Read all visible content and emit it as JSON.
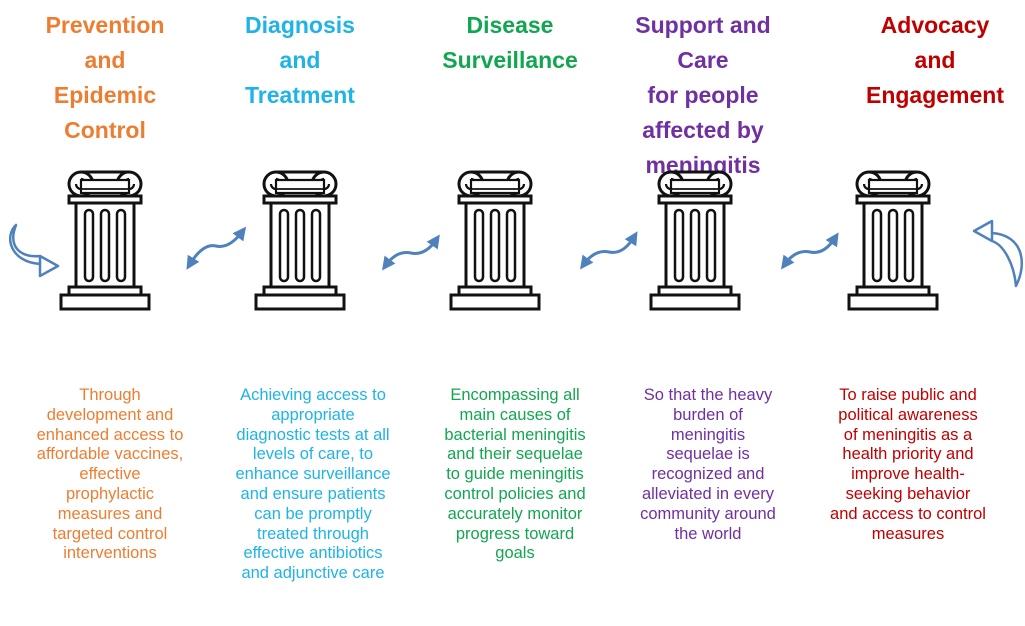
{
  "colors": {
    "prevention": "#ED7D31",
    "diagnosis": "#1FB3E6",
    "surveillance": "#12A650",
    "support": "#7030A0",
    "advocacy": "#C00000",
    "arrow": "#4F81BD"
  },
  "pillars": [
    {
      "title": "Prevention\nand\nEpidemic\nControl",
      "description": "Through\ndevelopment and\nenhanced access to\naffordable vaccines,\neffective\nprophylactic\nmeasures and\ntargeted control\ninterventions"
    },
    {
      "title": "Diagnosis\nand\nTreatment",
      "description": "Achieving access to\nappropriate\ndiagnostic tests at all\nlevels of care, to\nenhance surveillance\nand ensure patients\ncan be promptly\ntreated through\neffective antibiotics\nand adjunctive care"
    },
    {
      "title": "Disease\nSurveillance",
      "description": "Encompassing all\nmain causes of\nbacterial meningitis\nand their sequelae\nto guide meningitis\ncontrol policies and\naccurately monitor\nprogress toward\ngoals"
    },
    {
      "title": "Support and\nCare\nfor people\naffected by\nmeningitis",
      "description": "So that the heavy\nburden of\nmeningitis\nsequelae is\nrecognized and\nalleviated in every\ncommunity around\nthe world"
    },
    {
      "title": "Advocacy\nand\nEngagement",
      "description": "To raise public and\npolitical awareness\nof meningitis as a\nhealth priority and\nimprove health-\nseeking behavior\nand access to control\nmeasures"
    }
  ]
}
